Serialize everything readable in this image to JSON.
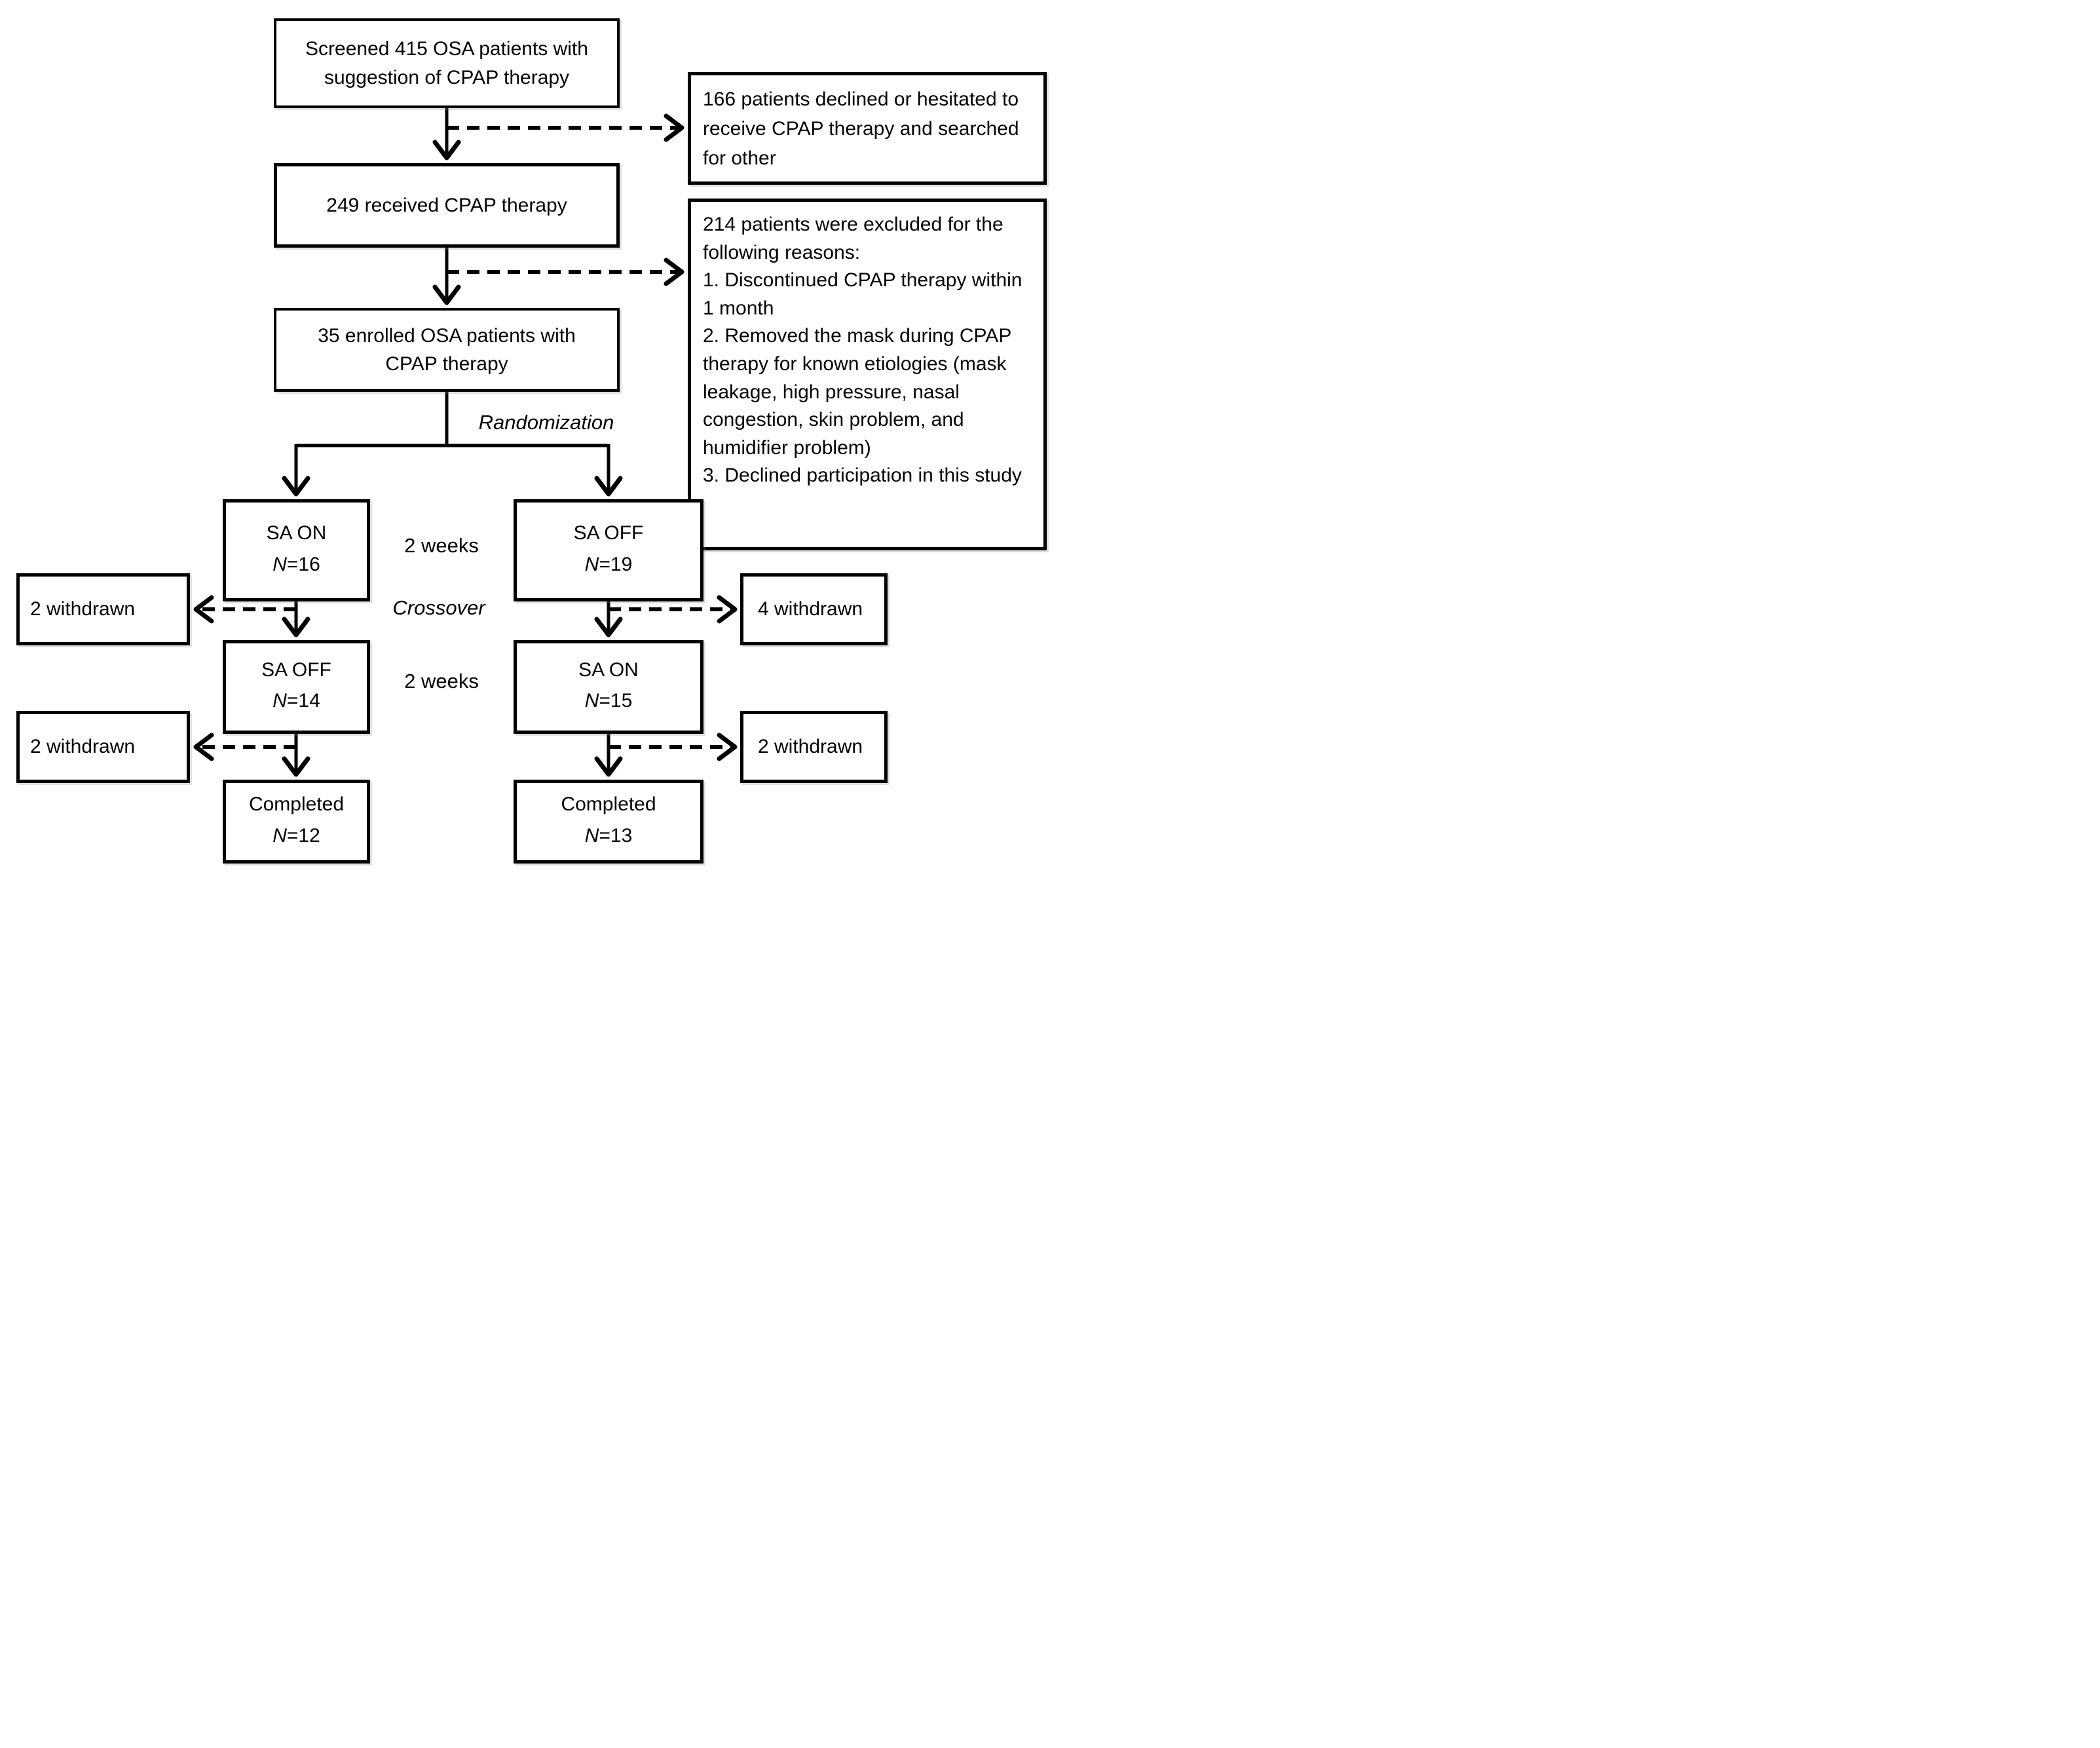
{
  "flowchart": {
    "screened": {
      "text": "Screened 415 OSA patients with suggestion of CPAP therapy"
    },
    "declined": {
      "text": "166 patients declined or hesitated to receive CPAP therapy and searched for other"
    },
    "received": {
      "text": "249 received CPAP therapy"
    },
    "excluded": {
      "intro": "214 patients were excluded for the following reasons:",
      "reasons": [
        "1. Discontinued CPAP therapy within 1 month",
        "2. Removed the mask during CPAP therapy for known etiologies (mask leakage, high pressure, nasal congestion, skin problem, and humidifier problem)",
        "3. Declined participation in this study"
      ]
    },
    "enrolled": {
      "text": "35 enrolled OSA patients with CPAP therapy"
    },
    "labels": {
      "randomization": "Randomization",
      "period1": "2 weeks",
      "crossover": "Crossover",
      "period2": "2 weeks"
    },
    "arms": {
      "left": {
        "stage1": {
          "label": "SA ON",
          "n_var": "N",
          "n_val": "=16"
        },
        "withdrawn1": {
          "text": "2 withdrawn"
        },
        "stage2": {
          "label": "SA OFF",
          "n_var": "N",
          "n_val": "=14"
        },
        "withdrawn2": {
          "text": "2 withdrawn"
        },
        "completed": {
          "label": "Completed",
          "n_var": "N",
          "n_val": "=12"
        }
      },
      "right": {
        "stage1": {
          "label": "SA OFF",
          "n_var": "N",
          "n_val": "=19"
        },
        "withdrawn1": {
          "text": "4 withdrawn"
        },
        "stage2": {
          "label": "SA ON",
          "n_var": "N",
          "n_val": "=15"
        },
        "withdrawn2": {
          "text": "2 withdrawn"
        },
        "completed": {
          "label": "Completed",
          "n_var": "N",
          "n_val": "=13"
        }
      }
    }
  }
}
